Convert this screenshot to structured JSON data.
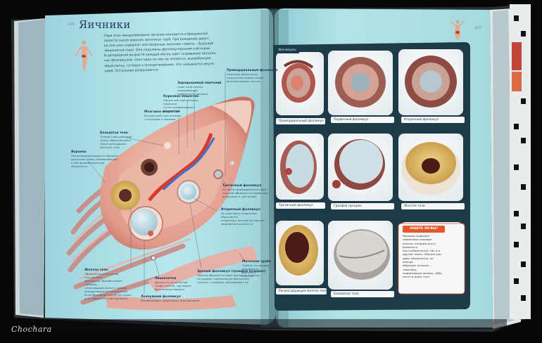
{
  "photo": {
    "subject": "open anatomy book spread about ovaries",
    "watermark": "Chochara"
  },
  "left_page": {
    "page_number": "224",
    "title": "Яичники",
    "intro_lines": [
      "Пара этих миндалевидных органов находится в брюшинной",
      "полости около воронок маточных труб. При рождении девоч-",
      "ки они уже содержат все незрелые женские гаметы – будущие",
      "яйцеклетки (ова). Они окружены фолликулярными клетками.",
      "В детородном возрасте каждый месяц идет созревание несколь-",
      "ких фолликулов, пока один из них не лопается, высвобождая",
      "яйцеклетку, готовую к оплодотворению. Это называется овуля-",
      "цией. Остальные разрушаются."
    ],
    "callouts": [
      {
        "head": "Примордиальный фолликул",
        "body": [
          "Незрелая яйцеклетка,",
          "окруженная одним слоем",
          "фолликулярных клеток"
        ]
      },
      {
        "head": "Зародышевый эпителий",
        "body": [
          "Один слой клеток, покрывающий",
          "поверхность яичника"
        ]
      },
      {
        "head": "Корковое вещество",
        "body": [
          "Наружный слой яичника, содержит",
          "сотни развивающихся фолликулов"
        ]
      },
      {
        "head": "Мозговое вещество",
        "body": [
          "Внутренний слой яичника",
          "с сосудами и нервами"
        ]
      },
      {
        "head": "Бельватое тело",
        "body": [
          "Тонкий слой рубцовой",
          "ткани, образующейся",
          "после деградации",
          "желтого тела"
        ]
      },
      {
        "head": "Воронка",
        "body": [
          "Пальцевидные выросты воронки",
          "маточной трубы, направляющие",
          "в нее высвобожденную",
          "яйцеклетку"
        ]
      },
      {
        "head": "Третичный фолликул",
        "body": [
          "Из части примордиальных фол-",
          "ликулов образуются первичные,",
          "вторичные и третичные"
        ]
      },
      {
        "head": "Вторичный фолликул",
        "body": [
          "Из некоторых первичных образуются",
          "вторичные, внутри фолликула",
          "формируются полости"
        ]
      },
      {
        "head": "Желтое тело",
        "body": [
          "Образуется из остатков лопнувшего",
          "фолликула. Вырабатывает гормоны,",
          "позволяющие матке к приему",
          "оплодотворенной яйцеклетки.",
          "Если беременность не наступает,",
          "оно сжимается и деградирует."
        ]
      },
      {
        "head": "Яйцеклетка",
        "body": [
          "Движется по маточной",
          "трубе к матке, где может",
          "быть оплодотворена"
        ]
      },
      {
        "head": "Лопнувший фолликул",
        "body": [
          "Высвобождает яйцеклетку при овуляции"
        ]
      },
      {
        "head": "Зрелый фолликул (граафов пузырек)",
        "body": [
          "Обычно образуется один фолликул в месяц.",
          "Он держит содержащую яйцеклетку",
          "полость, а лопаясь, выталкивает ее"
        ]
      },
      {
        "head": "Маточная труба",
        "body": [
          "Трубка, по которой",
          "яйцеклетка движется",
          "к матке"
        ]
      }
    ]
  },
  "right_page": {
    "page_number": "225",
    "section_tab": "Фолликулы",
    "stages": [
      {
        "label": "Примордиальный фолликул"
      },
      {
        "label": "Первичный фолликул"
      },
      {
        "label": "Вторичный фолликул"
      },
      {
        "label": "Третичный фолликул"
      },
      {
        "label": "Граафов пузырек"
      },
      {
        "label": "Желтое тело"
      },
      {
        "label": "Регрессирующее желтое тело"
      },
      {
        "label": "Беловатое тело"
      }
    ],
    "fact_box": {
      "title": "ЗНАЕТЕ ЛИ ВЫ?",
      "lines": [
        "Яичники содержат первичные половые",
        "клетки, которые могут развиться",
        "как в яйцеклетки, так и в",
        "другие ткани. Обычно они",
        "дают яйцеклетки, но иногда",
        "образуют опухоль – тератому,",
        "содержащую волосы, зубы,",
        "кости и даже глаз."
      ]
    }
  },
  "colors": {
    "page_left": "#b2e5ec",
    "page_right": "#a9dfe4",
    "panel": "#1d3a48",
    "tissue": "#e6a89a",
    "accent": "#e4582e"
  }
}
